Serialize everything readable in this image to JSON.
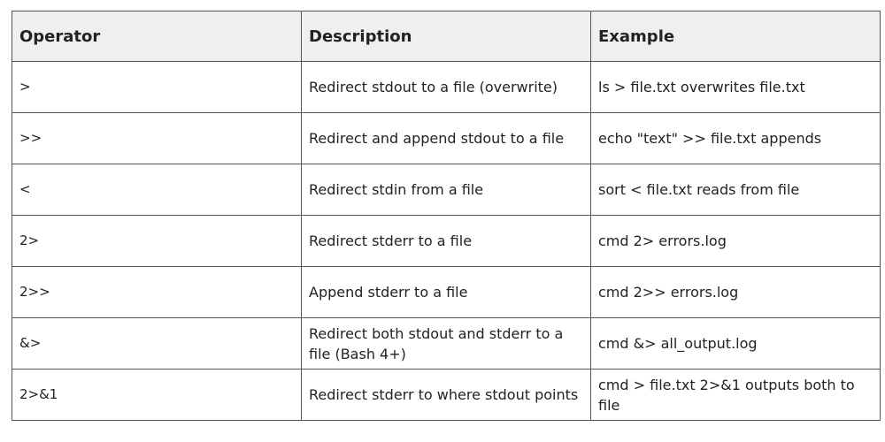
{
  "table": {
    "headers": [
      "Operator",
      "Description",
      "Example"
    ],
    "rows": [
      [
        "&gt;",
        "Redirect stdout to a file (overwrite)",
        "ls &gt; file.txt overwrites file.txt"
      ],
      [
        "&gt;&gt;",
        "Redirect and append stdout to a file",
        "echo \"text\" &gt;&gt; file.txt appends"
      ],
      [
        "&lt;",
        "Redirect stdin from a file",
        "sort &lt; file.txt reads from file"
      ],
      [
        "2&gt;",
        "Redirect stderr to a file",
        "cmd 2&gt; errors.log"
      ],
      [
        "2&gt;&gt;",
        "Append stderr to a file",
        "cmd 2&gt;&gt; errors.log"
      ],
      [
        "&amp;&gt;",
        "Redirect both stdout and stderr to a file (Bash 4+)",
        "cmd &amp;&gt; all_output.log"
      ],
      [
        "2&gt;&amp;1",
        "Redirect stderr to where stdout points",
        "cmd &gt; file.txt 2&gt;&amp;1 outputs both to file"
      ]
    ]
  },
  "colors": {
    "header_bg": "#efefef",
    "border": "#555555",
    "text": "#222222"
  }
}
